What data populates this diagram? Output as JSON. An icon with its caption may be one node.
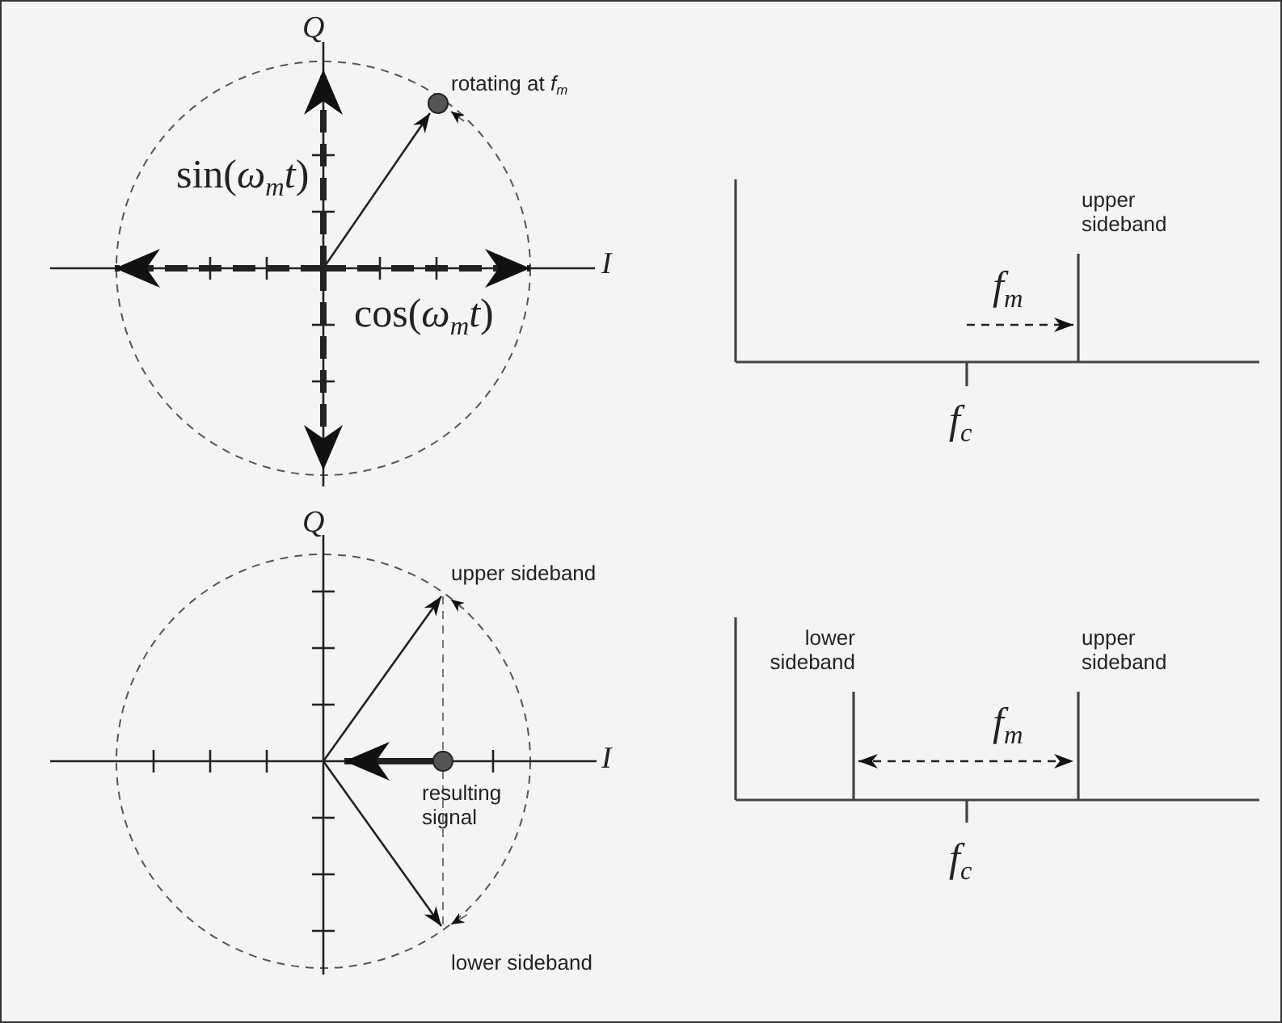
{
  "diagram": {
    "labels": [
      "Q",
      "rotating at *f*$_{m}$",
      "sin(*ω*$_{m}$*t*)",
      "I",
      "cos(*ω*$_{m}$*t*)",
      "upper sideband",
      "*f*$_{m}$",
      "*f*$_{c}$",
      "Q",
      "upper sideband",
      "I",
      "resulting signal",
      "lower sideband",
      "lower sideband",
      "upper sideband",
      "*f*$_{m}$",
      "*f*$_{c}$"
    ]
  }
}
